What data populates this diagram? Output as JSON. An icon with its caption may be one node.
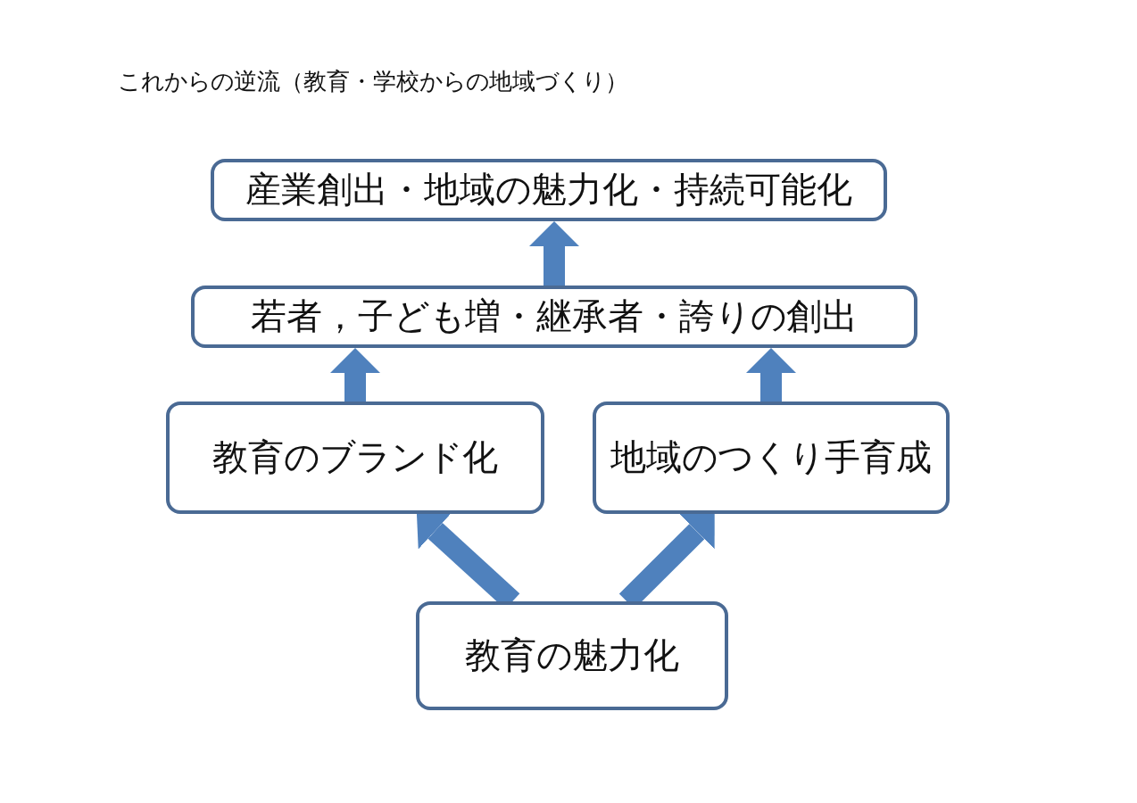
{
  "diagram": {
    "title": "これからの逆流（教育・学校からの地域づくり）",
    "nodes": [
      {
        "text": [
          "産業創出・地域の魅力化・持続可能化"
        ]
      },
      {
        "text": [
          "若者，子ども増・継承者・誇りの創出"
        ]
      },
      {
        "text": [
          "教育のブランド化"
        ]
      },
      {
        "text": [
          "地域のつくり手育成"
        ]
      },
      {
        "text": [
          "教育の魅力化"
        ]
      }
    ],
    "edges": [
      {
        "from": 1,
        "to": 0,
        "arrow": "to"
      },
      {
        "from": 2,
        "to": 1,
        "arrow": "to"
      },
      {
        "from": 3,
        "to": 1,
        "arrow": "to"
      },
      {
        "from": 4,
        "to": 2,
        "arrow": "to"
      },
      {
        "from": 4,
        "to": 3,
        "arrow": "to"
      }
    ]
  }
}
